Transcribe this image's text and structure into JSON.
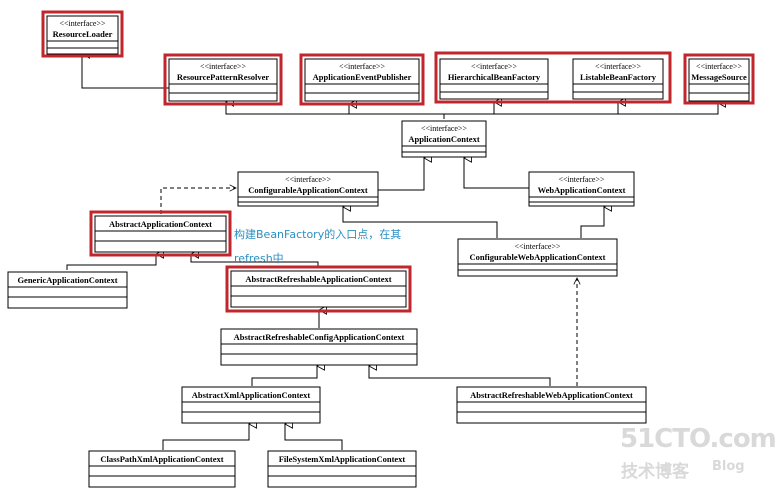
{
  "diagram": {
    "stereotype": "<<interface>>",
    "classes": {
      "resource_loader": "ResourceLoader",
      "resource_pattern_resolver": "ResourcePatternResolver",
      "application_event_publisher": "ApplicationEventPublisher",
      "hierarchical_bean_factory": "HierarchicalBeanFactory",
      "listable_bean_factory": "ListableBeanFactory",
      "message_source": "MessageSource",
      "application_context": "ApplicationContext",
      "configurable_application_context": "ConfigurableApplicationContext",
      "web_application_context": "WebApplicationContext",
      "abstract_application_context": "AbstractApplicationContext",
      "configurable_web_application_context": "ConfigurableWebApplicationContext",
      "generic_application_context": "GenericApplicationContext",
      "abstract_refreshable_application_context": "AbstractRefreshableApplicationContext",
      "abstract_refreshable_config_application_context": "AbstractRefreshableConfigApplicationContext",
      "abstract_xml_application_context": "AbstractXmlApplicationContext",
      "abstract_refreshable_web_application_context": "AbstractRefreshableWebApplicationContext",
      "class_path_xml_application_context": "ClassPathXmlApplicationContext",
      "file_system_xml_application_context": "FileSystemXmlApplicationContext"
    },
    "annotation": {
      "line1": "构建BeanFactory的入口点，在其",
      "line2": "refresh中"
    }
  },
  "watermark": {
    "site": "51CTO.com",
    "tagline": "技术博客",
    "blog": "Blog"
  },
  "colors": {
    "highlight": "#c0272d",
    "annotation": "#2a8fc1",
    "line": "#000000",
    "watermark": "#d9d9d9"
  }
}
